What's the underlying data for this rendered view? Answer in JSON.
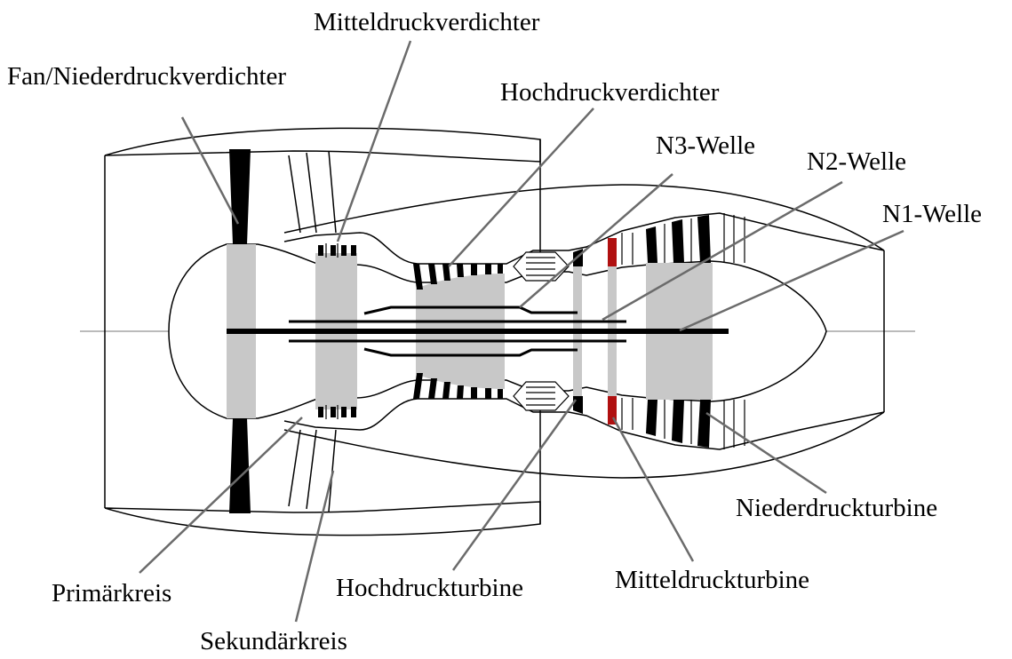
{
  "labels": {
    "mitteldruckverdichter": "Mitteldruckverdichter",
    "fan": "Fan/Niederdruckverdichter",
    "hochdruckverdichter": "Hochdruckverdichter",
    "n3": "N3-Welle",
    "n2": "N2-Welle",
    "n1": "N1-Welle",
    "niederdruckturbine": "Niederdruckturbine",
    "mitteldruckturbine": "Mitteldruckturbine",
    "hochdruckturbine": "Hochdruckturbine",
    "primaerkreis": "Primärkreis",
    "sekundaerkreis": "Sekundärkreis"
  },
  "colors": {
    "core_fill": "#c8c8c8",
    "blade": "#000000",
    "hot_blade": "#b01010",
    "leader": "#6b6b6b"
  }
}
